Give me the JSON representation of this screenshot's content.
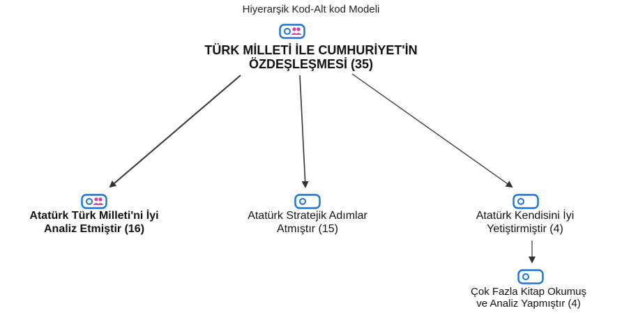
{
  "title": "Hiyerarşik Kod-Alt kod Modeli",
  "colors": {
    "icon_blue": "#1a73d9",
    "icon_pink": "#d63c9a",
    "arrow": "#333333"
  },
  "root": {
    "line1": "TÜRK MİLLETİ İLE CUMHURİYET'İN",
    "line2": "ÖZDEŞLEŞMESİ (35)",
    "icon": "code-with-people-icon"
  },
  "children": [
    {
      "line1": "Atatürk Türk Milleti'ni İyi",
      "line2": "Analiz Etmiştir (16)",
      "icon": "code-with-people-icon"
    },
    {
      "line1": "Atatürk Stratejik Adımlar",
      "line2": "Atmıştır (15)",
      "icon": "code-icon"
    },
    {
      "line1": "Atatürk Kendisini İyi",
      "line2": "Yetiştirmiştir (4)",
      "icon": "code-icon"
    }
  ],
  "grandchild": {
    "line1": "Çok Fazla Kitap Okumuş",
    "line2": "ve Analiz Yapmıştır (4)",
    "icon": "code-icon"
  }
}
